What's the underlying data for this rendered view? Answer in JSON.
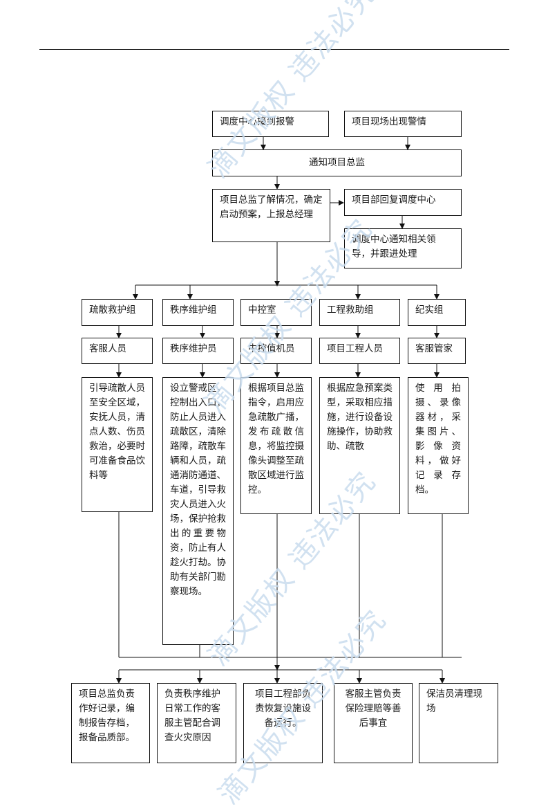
{
  "top": {
    "dispatch_alarm": "调度中心接到报警",
    "site_alarm": "项目现场出现警情",
    "notify_director": "通知项目总监",
    "director_plan": "项目总监了解情况，确定启动预案，上报总经理",
    "reply_dispatch": "项目部回复调度中心",
    "dispatch_notify": "调度中心通知相关领导，并跟进处理"
  },
  "groups": [
    {
      "name": "疏散救护组",
      "role": "客服人员",
      "duty": "引导疏散人员至安全区域，安抚人员，清点人数、伤员救治，必要时可准备食品饮料等"
    },
    {
      "name": "秩序维护组",
      "role": "秩序维护员",
      "duty": "设立警戒区，控制出入口，防止人员进入疏散区，清除路障，疏散车辆和人员，疏通消防通道、车道，引导救灾人员进入火场，保护抢救出的重要物资，防止有人趁火打劫。协助有关部门勘察现场。"
    },
    {
      "name": "中控室",
      "role": "中控值机员",
      "duty": "根据项目总监指令，启用应急疏散广播，发布疏散信息，将监控摄像头调整至疏散区域进行监控。"
    },
    {
      "name": "工程救助组",
      "role": "项目工程人员",
      "duty": "根据应急预案类型，采取相应措施，进行设备设施操作，协助救助、疏散"
    },
    {
      "name": "纪实组",
      "role": "客服管家",
      "duty": "使用拍摄、录像器材，采集图片、影像资料，做好记录存档。"
    }
  ],
  "final": [
    "项目总监负责作好记录，编制报告存档，报备品质部。",
    "负责秩序维护日常工作的客服主管配合调查火灾原因",
    "项目工程部负责恢复设施设备运行。",
    "客服主管负责保险理赔等善后事宜",
    "保洁员清理现场"
  ],
  "watermark": "滴文版权 违法必究"
}
